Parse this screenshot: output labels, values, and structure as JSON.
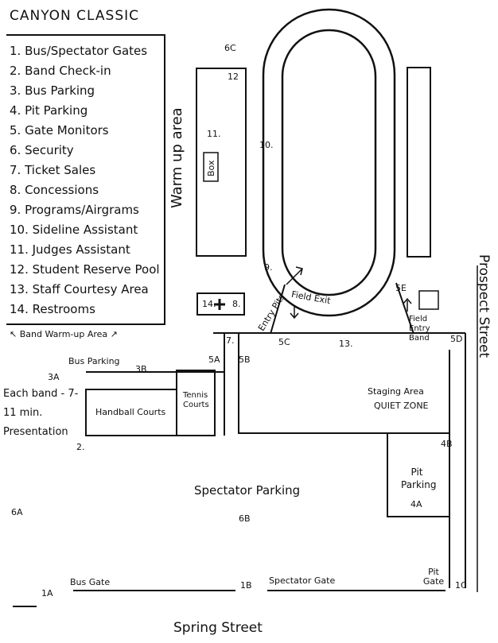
{
  "title": "CANYON CLASSIC",
  "legend": [
    "1. Bus/Spectator Gates",
    "2. Band Check-in",
    "3. Bus Parking",
    "4. Pit Parking",
    "5. Gate Monitors",
    "6. Security",
    "7. Ticket Sales",
    "8. Concessions",
    "9. Programs/Airgrams",
    "10. Sideline Assistant",
    "11. Judges Assistant",
    "12. Student Reserve Pool",
    "13. Staff Courtesy Area",
    "14. Restrooms"
  ],
  "warmup_note": "↖ Band Warm-up Area ↗",
  "labels": {
    "warm_up_area": "Warm up area",
    "prospect_street": "Prospect Street",
    "spring_street": "Spring Street",
    "box": "Box",
    "entry_pits": "Entry Pits",
    "field_exit": "Field Exit",
    "field_entry_band": "Field Entry Band",
    "bus_parking": "Bus Parking",
    "handball_courts": "Handball Courts",
    "tennis_courts": "Tennis Courts",
    "staging_area": "Staging Area",
    "quiet_zone": "QUIET ZONE",
    "presentation": "Each band - 7-11 min. Presentation",
    "spectator_parking": "Spectator Parking",
    "pit_parking": "Pit Parking",
    "bus_gate": "Bus Gate",
    "spectator_gate": "Spectator Gate",
    "pit_gate": "Pit Gate"
  },
  "markers": {
    "m6c": "6C",
    "m12": "12",
    "m11": "11.",
    "m10": "10.",
    "m9": "9.",
    "m14": "14.",
    "m8": "8.",
    "m7": "7.",
    "m5a": "5A",
    "m5b": "5B",
    "m5c": "5C",
    "m13": "13.",
    "m5d": "5D",
    "m5e": "5E",
    "m3a": "3A",
    "m3b": "3B",
    "m2": "2.",
    "m4b": "4B",
    "m4a": "4A",
    "m6a": "6A",
    "m6b": "6B",
    "m1a": "1A",
    "m1b": "1B",
    "m1c": "1C"
  }
}
